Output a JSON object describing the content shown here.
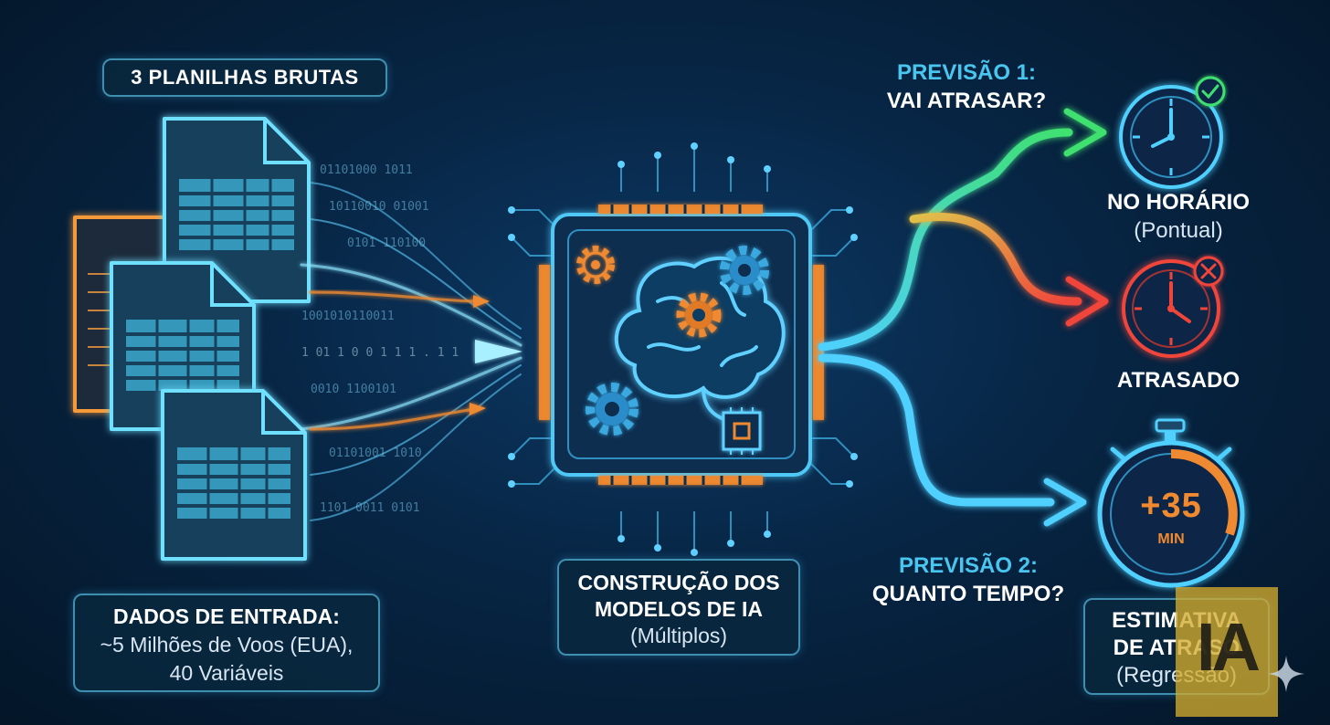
{
  "title_label": "3 PLANILHAS BRUTAS",
  "input": {
    "heading": "DADOS DE ENTRADA:",
    "line1": "~5 Milhões de Voos (EUA),",
    "line2": "40 Variáveis"
  },
  "model": {
    "line1": "CONSTRUÇÃO DOS",
    "line2": "MODELOS DE IA",
    "line3": "(Múltiplos)"
  },
  "prediction1": {
    "line1": "PREVISÃO 1:",
    "line2": "VAI ATRASAR?"
  },
  "prediction2": {
    "line1": "PREVISÃO 2:",
    "line2": "QUANTO TEMPO?"
  },
  "outcome_on_time": {
    "line1": "NO HORÁRIO",
    "line2": "(Pontual)"
  },
  "outcome_late": "ATRASADO",
  "stopwatch": {
    "value": "+35",
    "unit": "MIN"
  },
  "estimate": {
    "line1": "ESTIMATIVA",
    "line2": "DE ATRASO",
    "line3": "(Regressão)"
  },
  "logo_text": "IA",
  "colors": {
    "cyan": "#48c6f0",
    "orange": "#f08a30",
    "green": "#3fe070",
    "red": "#f0443a",
    "background": "#072544"
  },
  "binary_stream": "01101000 10110010 0101 11010011 0010 1100101 01101001 1010"
}
